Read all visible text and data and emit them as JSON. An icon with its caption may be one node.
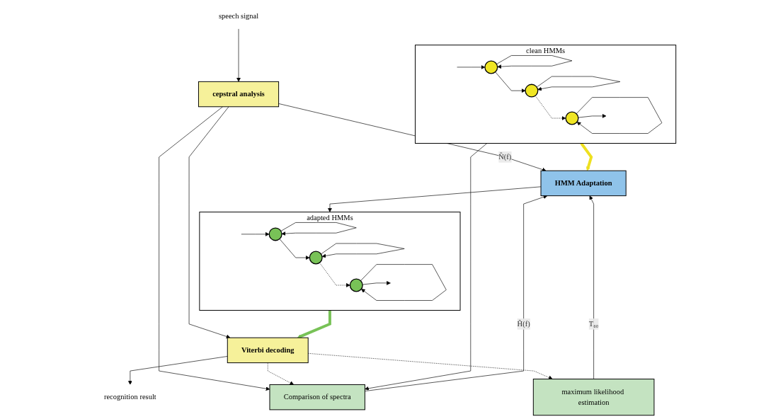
{
  "diagram": {
    "nodes": [
      {
        "text": [
          "speech signal"
        ]
      },
      {
        "text": [
          "cepstral analysis"
        ]
      },
      {
        "text": [
          "Viterbi decoding"
        ]
      },
      {
        "text": [
          "recognition result"
        ]
      },
      {
        "text": [
          "Comparison of spectra"
        ]
      },
      {
        "text": [
          "HMM Adaptation"
        ]
      },
      {
        "text": [
          "adapted HMMs"
        ]
      },
      {
        "text": [],
        "shape": "circle",
        "in": 6
      },
      {
        "text": [],
        "shape": "circle",
        "in": 6
      },
      {
        "text": [],
        "shape": "circle",
        "in": 6
      },
      {
        "text": [
          "maximum likelihood estimation"
        ]
      },
      {
        "text": [
          "clean HMMs"
        ]
      },
      {
        "text": [],
        "shape": "circle",
        "in": 11
      },
      {
        "text": [],
        "shape": "circle",
        "in": 11
      },
      {
        "text": [],
        "shape": "circle",
        "in": 11
      }
    ],
    "edges": [
      {
        "from": 0,
        "to": 1,
        "arrow": "to"
      },
      {
        "from": 1,
        "to": 2,
        "arrow": "to"
      },
      {
        "from": 2,
        "to": 3,
        "arrow": "to"
      },
      {
        "from": 1,
        "to": 4,
        "arrow": "to"
      },
      {
        "from": 1,
        "to": 5,
        "arrow": "to",
        "label": "N̂(f)"
      },
      {
        "from": 4,
        "to": 5,
        "arrow": "to",
        "label": "Ĥ(f)"
      },
      {
        "from": 10,
        "to": 5,
        "arrow": "to",
        "label": "T₆₀"
      },
      {
        "from": 11,
        "to": 5,
        "arrow": "to",
        "style": "thick",
        "color": "#eee020"
      },
      {
        "from": 5,
        "to": 6,
        "arrow": "to"
      },
      {
        "from": 6,
        "to": 2,
        "arrow": "to",
        "style": "thick",
        "color": "#78c257"
      },
      {
        "from": 2,
        "to": 4,
        "arrow": "to",
        "style": "dashed"
      },
      {
        "from": 2,
        "to": 10,
        "arrow": "to",
        "style": "dashed"
      },
      {
        "from": 11,
        "to": 4,
        "arrow": "to"
      },
      {
        "from": null,
        "to": 7,
        "arrow": "to"
      },
      {
        "from": 7,
        "to": 7,
        "arrow": "to"
      },
      {
        "from": 7,
        "to": 8,
        "arrow": "to"
      },
      {
        "from": 8,
        "to": 8,
        "arrow": "to"
      },
      {
        "from": 8,
        "to": 9,
        "arrow": "to",
        "style": "dashed"
      },
      {
        "from": 9,
        "to": 9,
        "arrow": "to"
      },
      {
        "from": 9,
        "to": null,
        "arrow": "to"
      },
      {
        "from": null,
        "to": 12,
        "arrow": "to"
      },
      {
        "from": 12,
        "to": 12,
        "arrow": "to"
      },
      {
        "from": 12,
        "to": 13,
        "arrow": "to"
      },
      {
        "from": 13,
        "to": 13,
        "arrow": "to"
      },
      {
        "from": 13,
        "to": 14,
        "arrow": "to",
        "style": "dashed"
      },
      {
        "from": 14,
        "to": 14,
        "arrow": "to"
      },
      {
        "from": 14,
        "to": null,
        "arrow": "to"
      }
    ]
  }
}
